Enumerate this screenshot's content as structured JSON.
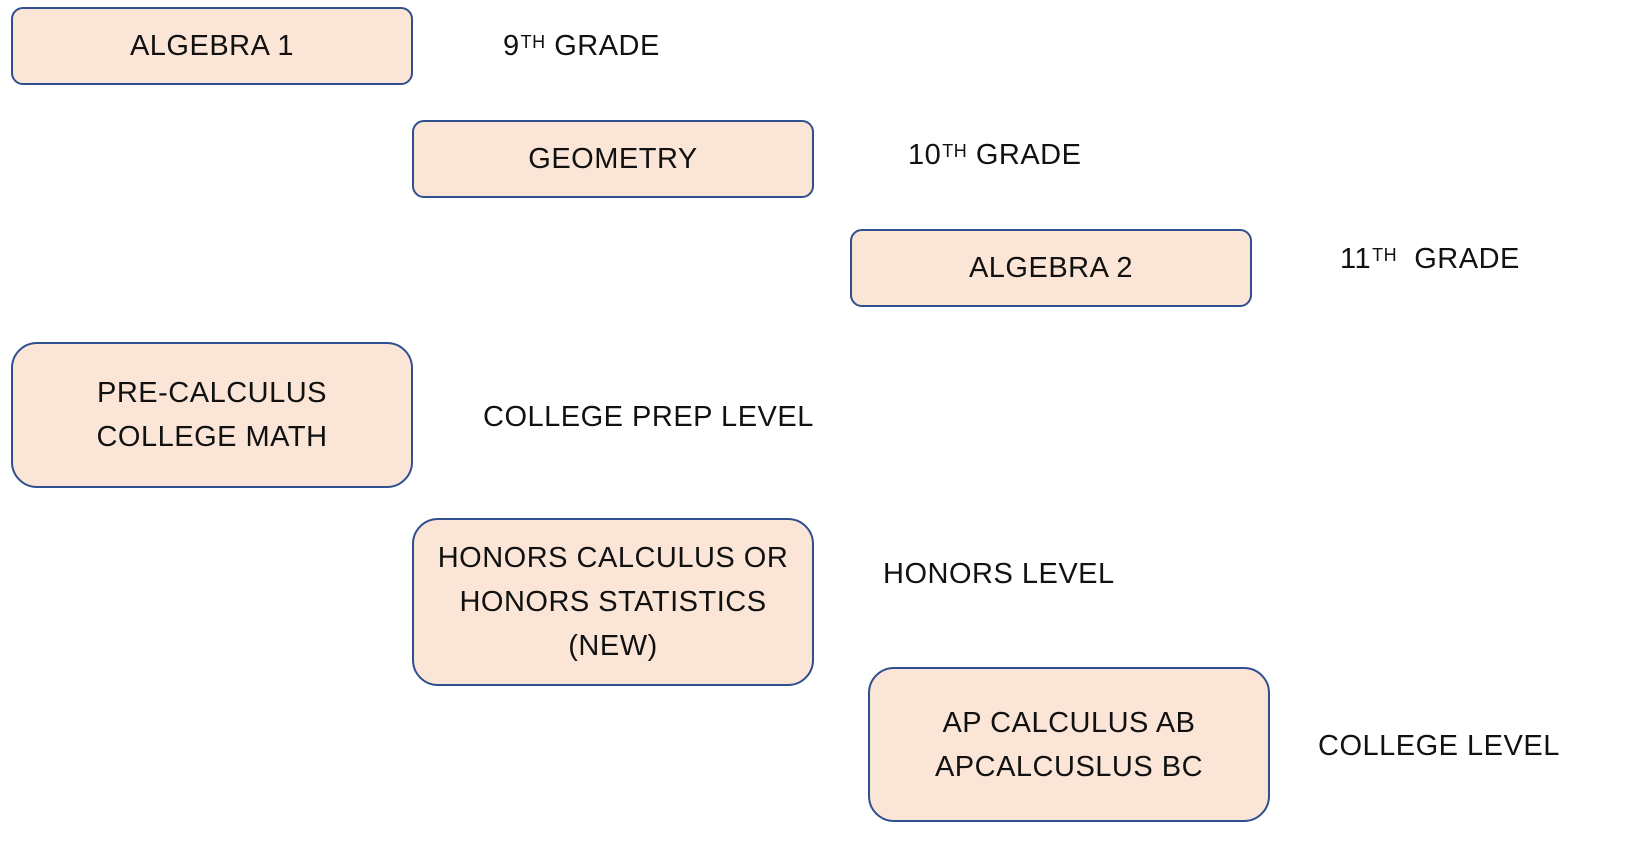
{
  "courses": {
    "algebra1": {
      "lines": [
        "ALGEBRA 1"
      ]
    },
    "geometry": {
      "lines": [
        "GEOMETRY"
      ]
    },
    "algebra2": {
      "lines": [
        "ALGEBRA 2"
      ]
    },
    "precalc": {
      "lines": [
        "PRE-CALCULUS",
        "COLLEGE MATH"
      ]
    },
    "honors": {
      "lines": [
        "HONORS CALCULUS OR",
        "HONORS STATISTICS",
        "(NEW)"
      ]
    },
    "ap": {
      "lines": [
        "AP CALCULUS AB",
        "APCALCUSLUS BC"
      ]
    }
  },
  "labels": {
    "grade9": {
      "number": "9",
      "suffix": "TH",
      "text": "GRADE"
    },
    "grade10": {
      "number": "10",
      "suffix": "TH",
      "text": "GRADE"
    },
    "grade11": {
      "number": "11",
      "suffix": "TH",
      "text": " GRADE"
    },
    "college_prep": "COLLEGE PREP LEVEL",
    "honors_level": "HONORS LEVEL",
    "college_level": "COLLEGE LEVEL"
  },
  "colors": {
    "box_fill": "#fbe5d6",
    "box_border": "#2f4f8f"
  }
}
